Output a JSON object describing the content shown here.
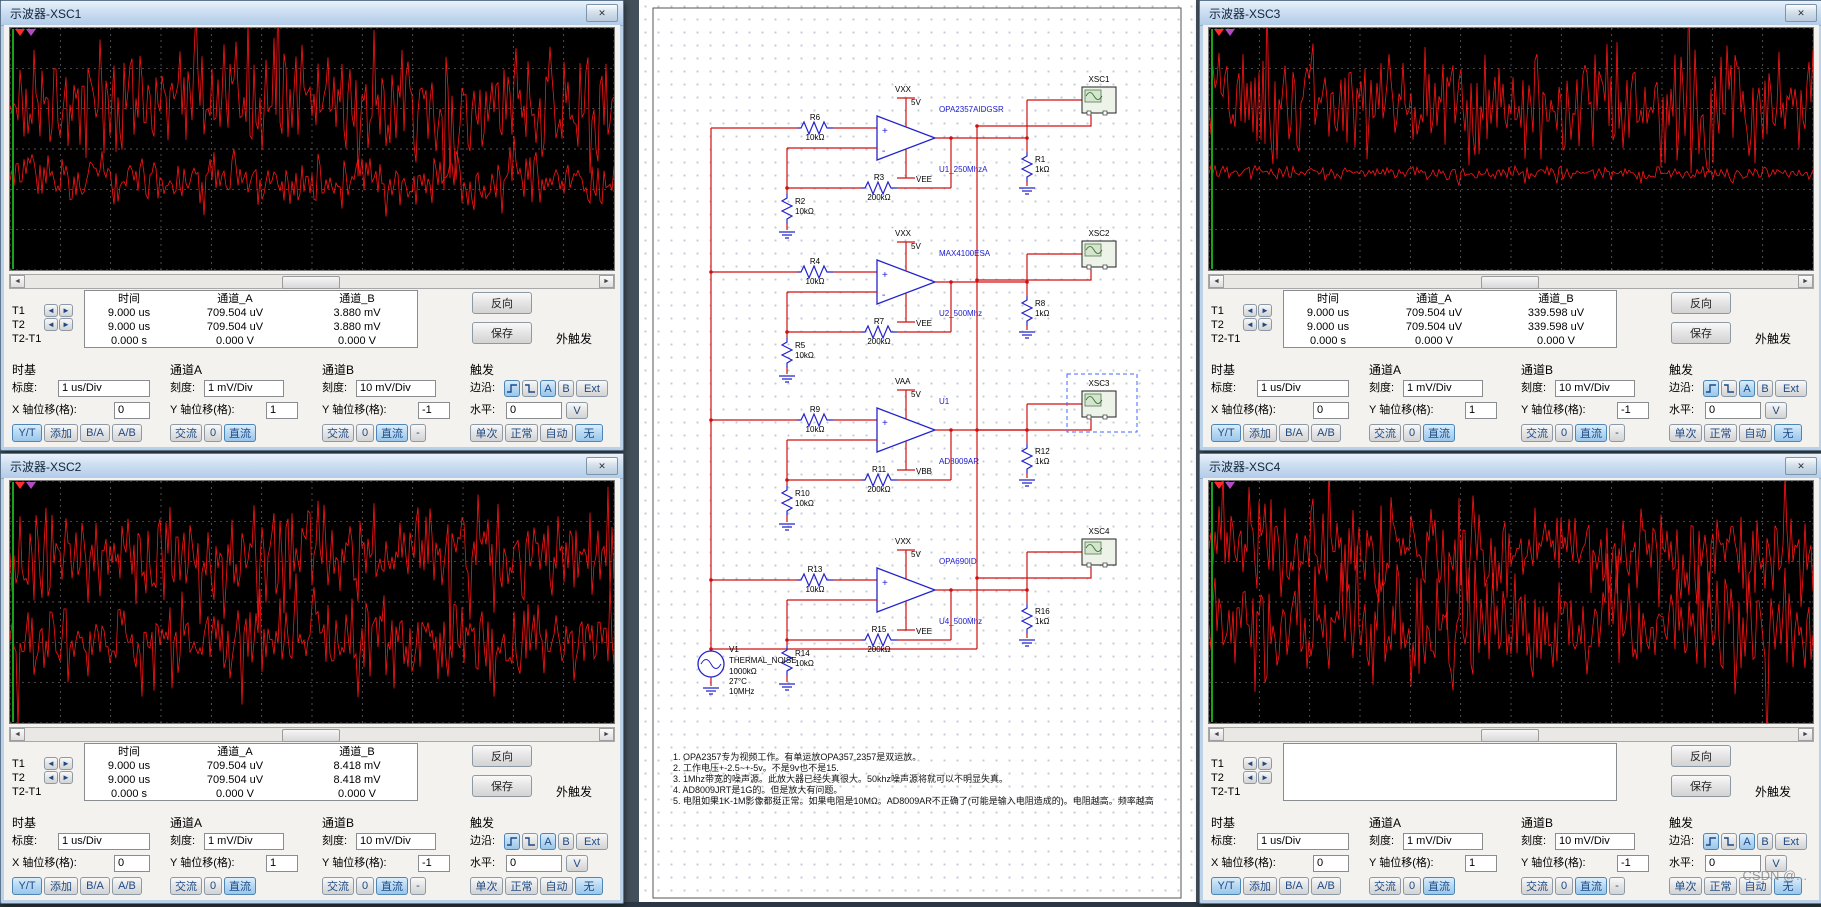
{
  "desktop": {
    "bg": "#43505c"
  },
  "watermark": {
    "text": "CSDN @..."
  },
  "scope_ui": {
    "close_glyph": "✕",
    "left_arrow": "◄",
    "right_arrow": "►",
    "cursor_rows": [
      "T1",
      "T2",
      "T2-T1"
    ],
    "reverse_button": "反向",
    "save_button": "保存",
    "ext_trigger_label": "外触发",
    "timebase": {
      "title": "时基",
      "scale_label": "标度:",
      "pos_label": "X 轴位移(格):",
      "buttons": [
        "Y/T",
        "添加",
        "B/A",
        "A/B"
      ]
    },
    "channel_a": {
      "title": "通道A",
      "scale_label": "刻度:",
      "pos_label": "Y 轴位移(格):",
      "buttons": [
        "交流",
        "0",
        "直流"
      ]
    },
    "channel_b": {
      "title": "通道B",
      "scale_label": "刻度:",
      "pos_label": "Y 轴位移(格):",
      "buttons": [
        "交流",
        "0",
        "直流",
        "-"
      ]
    },
    "trigger": {
      "title": "触发",
      "edge_label": "边沿:",
      "source_buttons": [
        "A",
        "B",
        "Ext"
      ],
      "level_label": "水平:",
      "level_value": "0",
      "level_unit": "V",
      "mode_buttons": [
        "单次",
        "正常",
        "自动",
        "无"
      ]
    }
  },
  "scopes": [
    {
      "id": "xsc1",
      "title": "示波器-XSC1",
      "readout": {
        "headers": [
          "时间",
          "通道_A",
          "通道_B"
        ],
        "rows": [
          [
            "9.000 us",
            "709.504 uV",
            "3.880 mV"
          ],
          [
            "9.000 us",
            "709.504 uV",
            "3.880 mV"
          ],
          [
            "0.000 s",
            "0.000 V",
            "0.000 V"
          ]
        ]
      },
      "timebase_scale": "1 us/Div",
      "timebase_pos": "0",
      "cha_scale": "1 mV/Div",
      "cha_pos": "1",
      "chb_scale": "10 mV/Div",
      "chb_pos": "-1",
      "trigger_level": "0",
      "traces": [
        {
          "center": 0.32,
          "amp": 0.17,
          "seed": 11
        },
        {
          "center": 0.63,
          "amp": 0.08,
          "seed": 22
        }
      ]
    },
    {
      "id": "xsc2",
      "title": "示波器-XSC2",
      "readout": {
        "headers": [
          "时间",
          "通道_A",
          "通道_B"
        ],
        "rows": [
          [
            "9.000 us",
            "709.504 uV",
            "8.418 mV"
          ],
          [
            "9.000 us",
            "709.504 uV",
            "8.418 mV"
          ],
          [
            "0.000 s",
            "0.000 V",
            "0.000 V"
          ]
        ]
      },
      "timebase_scale": "1 us/Div",
      "timebase_pos": "0",
      "cha_scale": "1 mV/Div",
      "cha_pos": "1",
      "chb_scale": "10 mV/Div",
      "chb_pos": "-1",
      "trigger_level": "0",
      "traces": [
        {
          "center": 0.3,
          "amp": 0.16,
          "seed": 33
        },
        {
          "center": 0.66,
          "amp": 0.13,
          "seed": 44
        }
      ]
    },
    {
      "id": "xsc3",
      "title": "示波器-XSC3",
      "readout": {
        "headers": [
          "时间",
          "通道_A",
          "通道_B"
        ],
        "rows": [
          [
            "9.000 us",
            "709.504 uV",
            "339.598 uV"
          ],
          [
            "9.000 us",
            "709.504 uV",
            "339.598 uV"
          ],
          [
            "0.000 s",
            "0.000 V",
            "0.000 V"
          ]
        ]
      },
      "timebase_scale": "1 us/Div",
      "timebase_pos": "0",
      "cha_scale": "1 mV/Div",
      "cha_pos": "1",
      "chb_scale": "10 mV/Div",
      "chb_pos": "-1",
      "trigger_level": "0",
      "traces": [
        {
          "center": 0.32,
          "amp": 0.17,
          "seed": 55
        },
        {
          "center": 0.6,
          "amp": 0.02,
          "seed": 66
        }
      ]
    },
    {
      "id": "xsc4",
      "title": "示波器-XSC4",
      "readout": {
        "headers": [],
        "rows": []
      },
      "timebase_scale": "1 us/Div",
      "timebase_pos": "0",
      "cha_scale": "1 mV/Div",
      "cha_pos": "1",
      "chb_scale": "10 mV/Div",
      "chb_pos": "-1",
      "trigger_level": "0",
      "traces": [
        {
          "center": 0.28,
          "amp": 0.15,
          "seed": 77
        },
        {
          "center": 0.6,
          "amp": 0.17,
          "seed": 88
        }
      ]
    }
  ],
  "schematic": {
    "op_plus": "+",
    "op_minus": "-",
    "stages": [
      {
        "vplus_net": "VXX",
        "vplus_val": "5V",
        "vminus_net": "VEE",
        "r_in": [
          "R6",
          "10kΩ"
        ],
        "r_fb": [
          "R3",
          "200kΩ"
        ],
        "r_gnd": [
          "R2",
          "10kΩ"
        ],
        "r_out": [
          "R1",
          "1kΩ"
        ],
        "op_top": "OPA2357AIDGSR",
        "op_bottom": "U1_250MhzA",
        "scope": "XSC1",
        "selected": false
      },
      {
        "vplus_net": "VXX",
        "vplus_val": "5V",
        "vminus_net": "VEE",
        "r_in": [
          "R4",
          "10kΩ"
        ],
        "r_fb": [
          "R7",
          "200kΩ"
        ],
        "r_gnd": [
          "R5",
          "10kΩ"
        ],
        "r_out": [
          "R8",
          "1kΩ"
        ],
        "op_top": "MAX4100ESA",
        "op_bottom": "U2_500Mhz",
        "scope": "XSC2",
        "selected": false
      },
      {
        "vplus_net": "VAA",
        "vplus_val": "5V",
        "vminus_net": "VBB",
        "r_in": [
          "R9",
          "10kΩ"
        ],
        "r_fb": [
          "R11",
          "200kΩ"
        ],
        "r_gnd": [
          "R10",
          "10kΩ"
        ],
        "r_out": [
          "R12",
          "1kΩ"
        ],
        "op_top": "U1",
        "op_bottom": "AD8009AR",
        "scope": "XSC3",
        "selected": true
      },
      {
        "vplus_net": "VXX",
        "vplus_val": "5V",
        "vminus_net": "VEE",
        "r_in": [
          "R13",
          "10kΩ"
        ],
        "r_fb": [
          "R15",
          "200kΩ"
        ],
        "r_gnd": [
          "R14",
          "10kΩ"
        ],
        "r_out": [
          "R16",
          "1kΩ"
        ],
        "op_top": "OPA690ID",
        "op_bottom": "U4_500Mhz",
        "scope": "XSC4",
        "selected": false
      }
    ],
    "source": {
      "ref": "V1",
      "name": "THERMAL_NOISE",
      "params": [
        "1000kΩ",
        "27°C",
        "10MHz"
      ]
    },
    "notes": [
      "1. OPA2357专为视频工作。有单运放OPA357,2357是双运放。",
      "2. 工作电压+-2.5~+-5v。不是9v也不是15.",
      "3. 1Mhz带宽的噪声源。此放大器已经失真很大。50khz噪声源将就可以不明显失真。",
      "4. AD8009JRT是1G的。但是放大有问题。",
      "5. 电阻如果1K-1M影像都挺正常。如果电阻是10MΩ。AD8009AR不正确了(可能是输入电阻造成的)。电阻越高。频率越高"
    ]
  }
}
